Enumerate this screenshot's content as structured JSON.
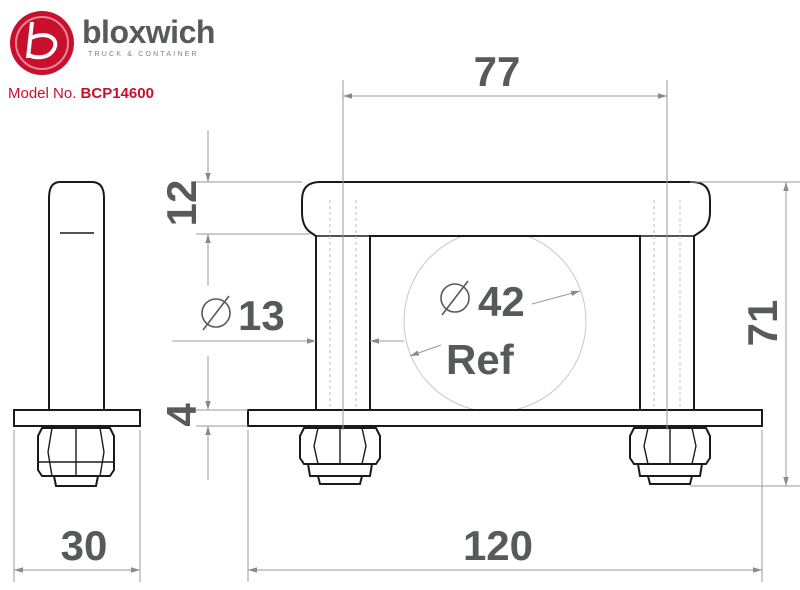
{
  "brand": {
    "name": "bloxwich",
    "tagline": "TRUCK & CONTAINER",
    "logo_letter": "b",
    "logo_color": "#c8102e"
  },
  "model": {
    "label": "Model No.",
    "number": "BCP14600"
  },
  "dimensions": {
    "plate_length": "120",
    "plate_width": "30",
    "inner_width": "77",
    "overall_height": "71",
    "top_thickness": "12",
    "plate_thickness": "4",
    "bar_diameter": "13",
    "ring_diameter": "42",
    "ring_note": "Ref"
  },
  "colors": {
    "dimension_text": "#58595b",
    "outline": "#1a1a1a",
    "dimension_line": "#9a9a9a",
    "accent": "#c8102e"
  }
}
